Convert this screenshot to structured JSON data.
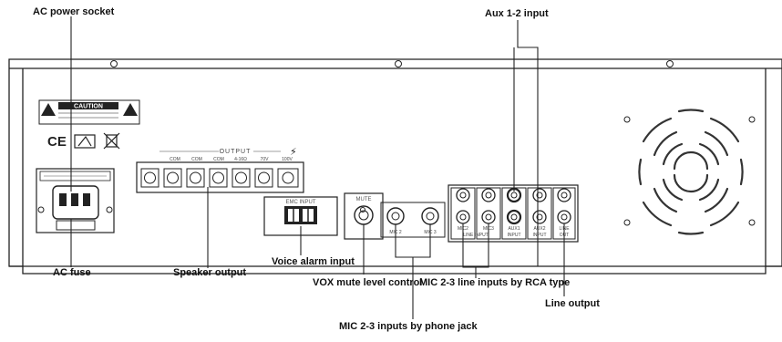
{
  "callouts": {
    "ac_power_socket": "AC power socket",
    "aux_input": "Aux 1-2 input",
    "ac_fuse": "AC fuse",
    "speaker_output": "Speaker output",
    "voice_alarm_input": "Voice alarm input",
    "vox_mute": "VOX mute level control",
    "mic_rca": "MIC 2-3 line inputs by RCA type",
    "line_output": "Line output",
    "mic_phone": "MIC 2-3 inputs by phone jack"
  },
  "panel": {
    "caution": "CAUTION",
    "ce_mark": "CE",
    "output_label": "OUTPUT",
    "terminals": [
      "COM",
      "COM",
      "COM",
      "4-16Ω",
      "70V",
      "100V"
    ],
    "emc_input": "EMC INPUT",
    "mute": "MUTE",
    "mic_jacks": [
      "MIC 2",
      "MIC 3"
    ],
    "rca_labels": [
      "MIC2",
      "MIC3",
      "AUX1",
      "AUX2",
      "LINE"
    ],
    "rca_sublabels": [
      "LINE INPUT",
      "INPUT",
      "INPUT",
      "OUT"
    ]
  },
  "colors": {
    "line": "#222222",
    "panel_fill": "#ffffff",
    "grille": "#333333"
  }
}
